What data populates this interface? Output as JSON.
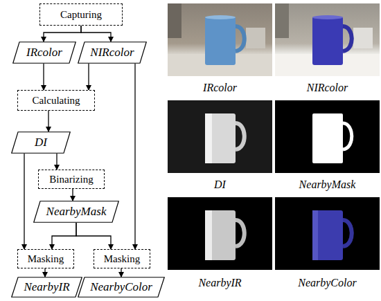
{
  "diagram": {
    "nodes": [
      {
        "text": [
          "Capturing"
        ]
      },
      {
        "text": [
          "IRcolor"
        ]
      },
      {
        "text": [
          "NIRcolor"
        ]
      },
      {
        "text": [
          "Calculating"
        ]
      },
      {
        "text": [
          "DI"
        ]
      },
      {
        "text": [
          "Binarizing"
        ]
      },
      {
        "text": [
          "NearbyMask"
        ]
      },
      {
        "text": [
          "Masking"
        ]
      },
      {
        "text": [
          "Masking"
        ]
      },
      {
        "text": [
          "NearbyIR"
        ]
      },
      {
        "text": [
          "NearbyColor"
        ]
      }
    ],
    "edges": [
      {
        "from": 0,
        "to": 1,
        "arrow": "to"
      },
      {
        "from": 0,
        "to": 2,
        "arrow": "to"
      },
      {
        "from": 1,
        "to": 3,
        "arrow": "to"
      },
      {
        "from": 2,
        "to": 3,
        "arrow": "to"
      },
      {
        "from": 2,
        "to": 8,
        "arrow": "to"
      },
      {
        "from": 3,
        "to": 4,
        "arrow": "to"
      },
      {
        "from": 4,
        "to": 5,
        "arrow": "to"
      },
      {
        "from": 4,
        "to": 7,
        "arrow": "to"
      },
      {
        "from": 5,
        "to": 6,
        "arrow": "to"
      },
      {
        "from": 6,
        "to": 7,
        "arrow": "to"
      },
      {
        "from": 6,
        "to": 8,
        "arrow": "to"
      },
      {
        "from": 7,
        "to": 9,
        "arrow": "to"
      },
      {
        "from": 8,
        "to": 10,
        "arrow": "to"
      }
    ],
    "labels": [
      "IRcolor",
      "NIRcolor",
      "DI",
      "NearbyMask",
      "NearbyIR",
      "NearbyColor"
    ]
  }
}
